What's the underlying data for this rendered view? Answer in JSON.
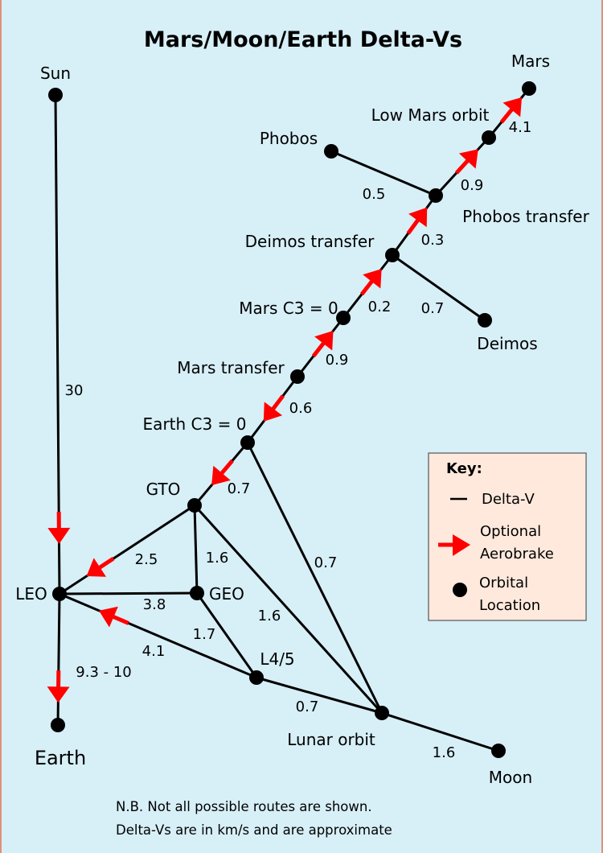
{
  "title": "Mars/Moon/Earth Delta-Vs",
  "nodes": [
    {
      "id": "sun",
      "label": "Sun"
    },
    {
      "id": "mars",
      "label": "Mars"
    },
    {
      "id": "lmo",
      "label": "Low Mars orbit"
    },
    {
      "id": "phobos",
      "label": "Phobos"
    },
    {
      "id": "ptr",
      "label": "Phobos transfer"
    },
    {
      "id": "dtr",
      "label": "Deimos transfer"
    },
    {
      "id": "deimos",
      "label": "Deimos"
    },
    {
      "id": "mc3",
      "label": "Mars C3 = 0"
    },
    {
      "id": "mtr",
      "label": "Mars transfer"
    },
    {
      "id": "ec3",
      "label": "Earth C3 = 0"
    },
    {
      "id": "gto",
      "label": "GTO"
    },
    {
      "id": "leo",
      "label": "LEO"
    },
    {
      "id": "geo",
      "label": "GEO"
    },
    {
      "id": "l45",
      "label": "L4/5"
    },
    {
      "id": "lunar",
      "label": "Lunar orbit"
    },
    {
      "id": "moon",
      "label": "Moon"
    },
    {
      "id": "earth",
      "label": "Earth"
    }
  ],
  "edges": [
    {
      "from": "sun",
      "to": "leo",
      "dv": "30",
      "aerobrake": true
    },
    {
      "from": "leo",
      "to": "earth",
      "dv": "9.3 - 10",
      "aerobrake": true
    },
    {
      "from": "gto",
      "to": "leo",
      "dv": "2.5",
      "aerobrake": true
    },
    {
      "from": "leo",
      "to": "geo",
      "dv": "3.8",
      "aerobrake": false
    },
    {
      "from": "l45",
      "to": "leo",
      "dv": "4.1",
      "aerobrake": true
    },
    {
      "from": "gto",
      "to": "geo",
      "dv": "1.6",
      "aerobrake": false
    },
    {
      "from": "geo",
      "to": "l45",
      "dv": "1.7",
      "aerobrake": false
    },
    {
      "from": "gto",
      "to": "lunar",
      "dv": "1.6",
      "aerobrake": false
    },
    {
      "from": "ec3",
      "to": "lunar",
      "dv": "0.7",
      "aerobrake": false
    },
    {
      "from": "ec3",
      "to": "gto",
      "dv": "0.7",
      "aerobrake": true
    },
    {
      "from": "l45",
      "to": "lunar",
      "dv": "0.7",
      "aerobrake": false
    },
    {
      "from": "lunar",
      "to": "moon",
      "dv": "1.6",
      "aerobrake": false
    },
    {
      "from": "mtr",
      "to": "ec3",
      "dv": "0.6",
      "aerobrake": true
    },
    {
      "from": "mtr",
      "to": "mc3",
      "dv": "0.9",
      "aerobrake": true
    },
    {
      "from": "mc3",
      "to": "dtr",
      "dv": "0.2",
      "aerobrake": true
    },
    {
      "from": "dtr",
      "to": "deimos",
      "dv": "0.7",
      "aerobrake": false
    },
    {
      "from": "dtr",
      "to": "ptr",
      "dv": "0.3",
      "aerobrake": true
    },
    {
      "from": "ptr",
      "to": "phobos",
      "dv": "0.5",
      "aerobrake": false
    },
    {
      "from": "ptr",
      "to": "lmo",
      "dv": "0.9",
      "aerobrake": true
    },
    {
      "from": "lmo",
      "to": "mars",
      "dv": "4.1",
      "aerobrake": true
    }
  ],
  "key": {
    "title": "Key:",
    "delta_v": "Delta-V",
    "aerobrake_line1": "Optional",
    "aerobrake_line2": "Aerobrake",
    "location_line1": "Orbital",
    "location_line2": "Location"
  },
  "note_line1": "N.B. Not all possible routes are shown.",
  "note_line2": "Delta-Vs are in km/s and are approximate",
  "colors": {
    "background": "#d7eff7",
    "arrow": "#ff0000",
    "key_bg": "#ffe9dd",
    "border": "#e0907a"
  }
}
